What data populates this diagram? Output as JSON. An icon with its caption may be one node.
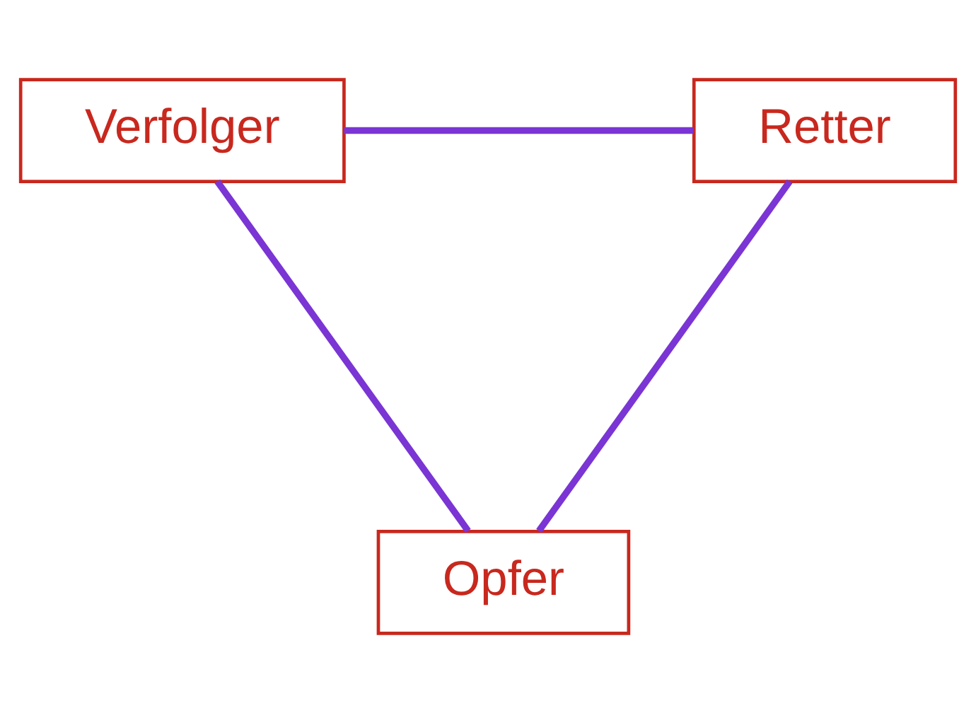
{
  "diagram": {
    "nodes": [
      {
        "text": [
          "Verfolger"
        ]
      },
      {
        "text": [
          "Retter"
        ]
      },
      {
        "text": [
          "Opfer"
        ]
      }
    ],
    "edges": [
      {
        "from": 0,
        "to": 1,
        "arrow": "none"
      },
      {
        "from": 1,
        "to": 2,
        "arrow": "none"
      },
      {
        "from": 2,
        "to": 0,
        "arrow": "none"
      }
    ]
  }
}
